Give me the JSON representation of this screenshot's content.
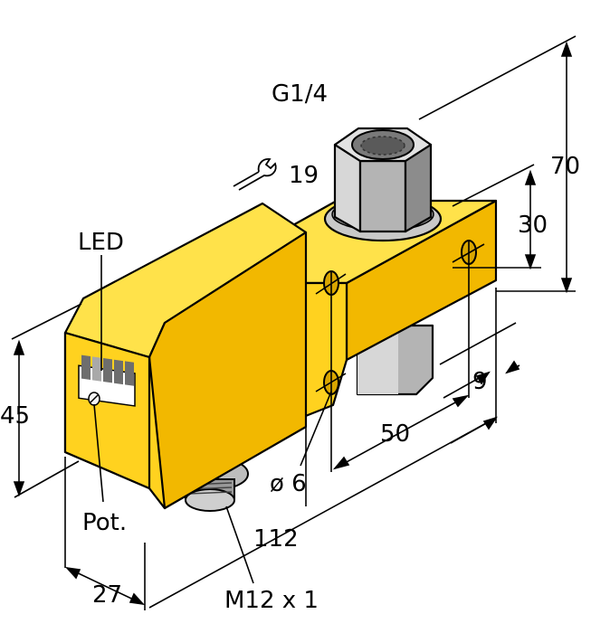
{
  "labels": {
    "thread_top": "G1/4",
    "wrench_size": "19",
    "led": "LED",
    "height_total": "70",
    "height_30": "30",
    "height_45": "45",
    "dim_9": "9",
    "dim_50": "50",
    "hole_diameter": "ø 6",
    "pot": "Pot.",
    "length_112": "112",
    "width_27": "27",
    "connector": "M12 x 1"
  },
  "colors": {
    "body_front": "#FFD21F",
    "body_top": "#FFE24A",
    "body_side": "#F2B800",
    "metal_light": "#D7D7D7",
    "metal_mid": "#B4B4B4",
    "metal_dark": "#8C8C8C",
    "led_dark": "#6E6E6E",
    "led_light": "#A9A9A9"
  }
}
